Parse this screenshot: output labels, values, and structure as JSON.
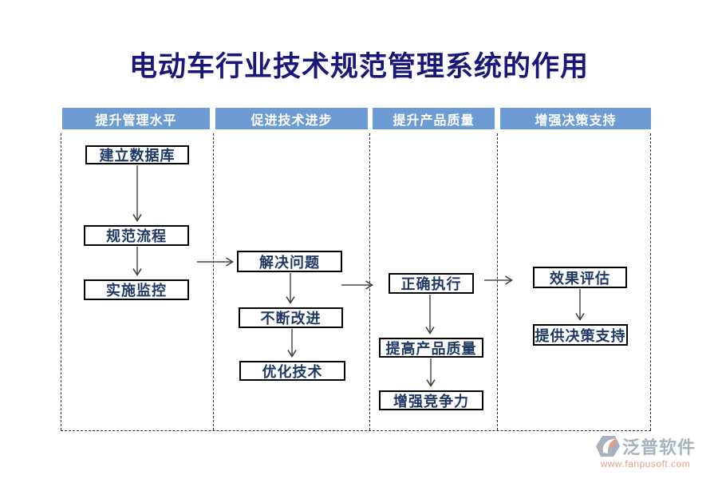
{
  "title": "电动车行业技术规范管理系统的作用",
  "columns": [
    {
      "header": "提升管理水平",
      "boxes": [
        "建立数据库",
        "规范流程",
        "实施监控"
      ]
    },
    {
      "header": "促进技术进步",
      "boxes": [
        "解决问题",
        "不断改进",
        "优化技术"
      ]
    },
    {
      "header": "提升产品质量",
      "boxes": [
        "正确执行",
        "提高产品质量",
        "增强竞争力"
      ]
    },
    {
      "header": "增强决策支持",
      "boxes": [
        "效果评估",
        "提供决策支持"
      ]
    }
  ],
  "watermark": {
    "brand": "泛普软件",
    "url": "www.fanpusoft.com"
  },
  "colors": {
    "header_bg": "#6D9CD4",
    "header_text": "#FFFFFF",
    "box_text": "#1F3864",
    "title_text": "#181878",
    "arrow": "#4A4A4A",
    "watermark_brand": "#97A5B4",
    "watermark_url": "#E0917C"
  }
}
